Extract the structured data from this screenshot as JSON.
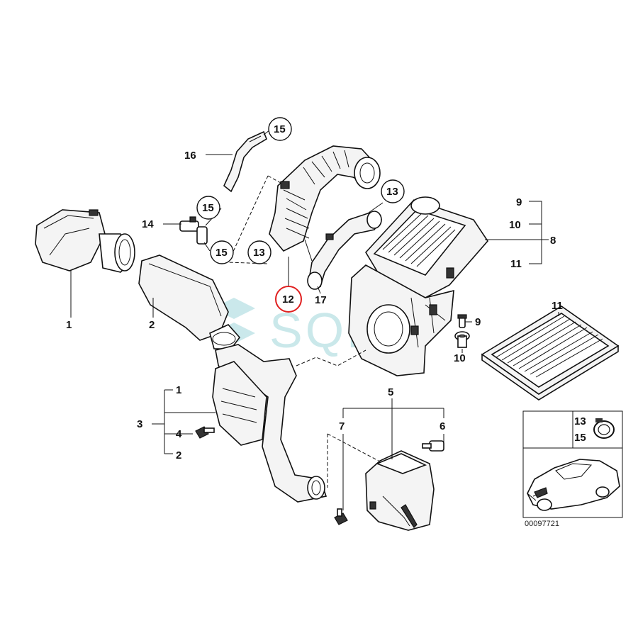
{
  "callouts": {
    "c1": "1",
    "c2": "2",
    "c3": "3",
    "c4": "4",
    "c5": "5",
    "c6": "6",
    "c7": "7",
    "c8": "8",
    "c9": "9",
    "c9b": "9",
    "c10": "10",
    "c10b": "10",
    "c11": "11",
    "c11b": "11",
    "c12": "12",
    "c13a": "13",
    "c13b": "13",
    "c14": "14",
    "c15a": "15",
    "c15b": "15",
    "c15c": "15",
    "c16": "16",
    "c17": "17",
    "g1": "1",
    "g2": "2"
  },
  "inset": {
    "label_top": "13",
    "label_bottom": "15"
  },
  "catalog_number": "00097721",
  "watermark": "SQD",
  "colors": {
    "highlight": "#e02020",
    "watermark": "#9fd6da"
  }
}
